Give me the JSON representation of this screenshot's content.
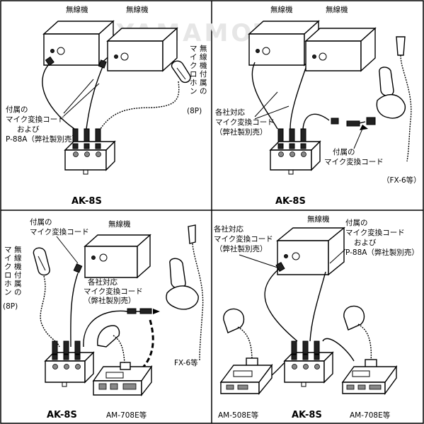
{
  "watermark": "YAMAMOTO",
  "panels": [
    {
      "radio_labels": [
        "無線機",
        "無線機"
      ],
      "mic_label": "無線機付属のマイクロホン",
      "mic_pins": "(8P)",
      "cord_label": [
        "付属の",
        "マイク変換コード",
        "および",
        "P-88A（弊社製別売）"
      ],
      "model": "AK-8S"
    },
    {
      "radio_labels": [
        "無線機",
        "無線機"
      ],
      "cord_label": [
        "各社対応",
        "マイク変換コード",
        "（弊社製別売）"
      ],
      "cord_label2": [
        "付属の",
        "マイク変換コード"
      ],
      "mic_name": "（FX-6等）",
      "model": "AK-8S"
    },
    {
      "radio_label": "無線機",
      "cord_label": [
        "付属の",
        "マイク変換コード"
      ],
      "mic_label": "無線機付属のマイクロホン",
      "mic_pins": "(8P)",
      "cord_label2": [
        "各社対応",
        "マイク変換コード",
        "（弊社製別売）"
      ],
      "mic_name": "FX-6等",
      "model": "AK-8S",
      "desk_mic": "AM-708E等"
    },
    {
      "radio_label": "無線機",
      "cord_label": [
        "各社対応",
        "マイク変換コード",
        "（弊社製別売）"
      ],
      "cord_label2": [
        "付属の",
        "マイク変換コード",
        "および",
        "P-88A（弊社製別売）"
      ],
      "model": "AK-8S",
      "desk_mic_left": "AM-508E等",
      "desk_mic_right": "AM-708E等"
    }
  ]
}
